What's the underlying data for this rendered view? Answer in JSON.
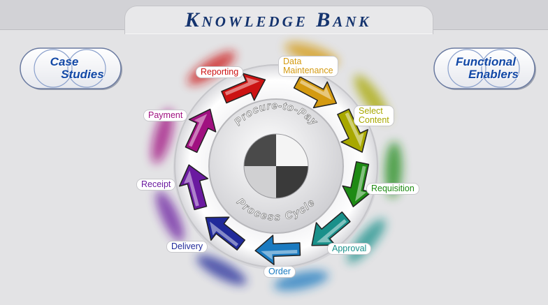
{
  "header": {
    "title": "Knowledge Bank"
  },
  "buttons": {
    "left": {
      "line1": "Case",
      "line2": "Studies"
    },
    "right": {
      "line1": "Functional",
      "line2": "Enablers"
    }
  },
  "cycle": {
    "center_top": "Procure-to-Pay",
    "center_bottom": "Process Cycle"
  },
  "steps": [
    {
      "key": "data-maintenance",
      "line1": "Data",
      "line2": "Maintenance",
      "color": "#d49a10"
    },
    {
      "key": "select-content",
      "line1": "Select",
      "line2": "Content",
      "color": "#a8a800"
    },
    {
      "key": "requisition",
      "line1": "Requisition",
      "line2": "",
      "color": "#1e8a14"
    },
    {
      "key": "approval",
      "line1": "Approval",
      "line2": "",
      "color": "#19908a"
    },
    {
      "key": "order",
      "line1": "Order",
      "line2": "",
      "color": "#1a7ac0"
    },
    {
      "key": "delivery",
      "line1": "Delivery",
      "line2": "",
      "color": "#202a9a"
    },
    {
      "key": "receipt",
      "line1": "Receipt",
      "line2": "",
      "color": "#6a1aa0"
    },
    {
      "key": "payment",
      "line1": "Payment",
      "line2": "",
      "color": "#a01080"
    },
    {
      "key": "reporting",
      "line1": "Reporting",
      "line2": "",
      "color": "#cc1212"
    }
  ]
}
